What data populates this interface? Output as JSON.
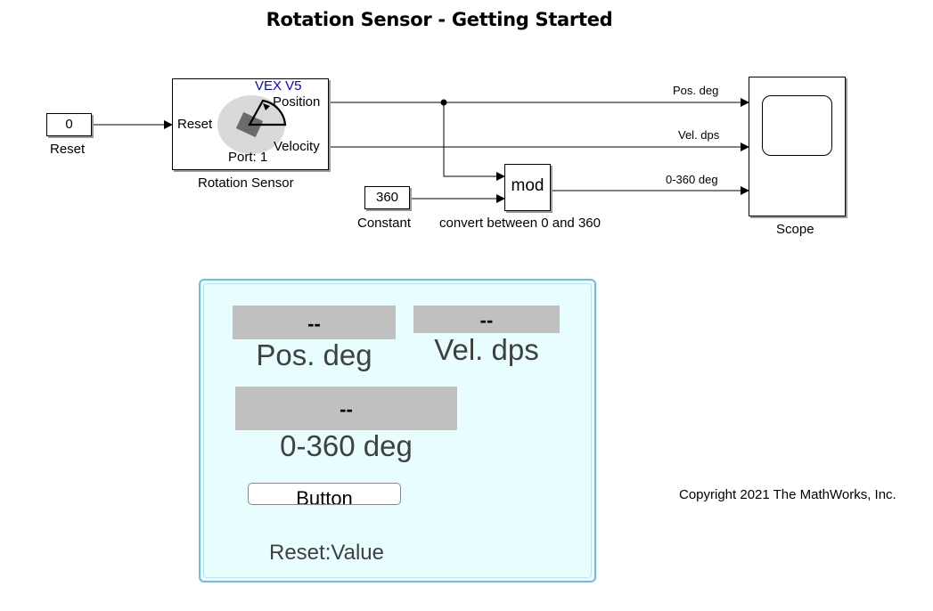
{
  "title": "Rotation Sensor - Getting Started",
  "blocks": {
    "reset_constant": {
      "value": "0",
      "label": "Reset"
    },
    "rotation_sensor": {
      "label": "Rotation Sensor",
      "brand": "VEX V5",
      "brand_color": "#0000ff",
      "input_port": "Reset",
      "output_ports": [
        "Position",
        "Velocity"
      ],
      "port": "Port: 1"
    },
    "constant": {
      "value": "360",
      "label": "Constant"
    },
    "mod": {
      "text": "mod",
      "label": "convert between 0 and 360"
    },
    "scope": {
      "label": "Scope"
    }
  },
  "signals": {
    "pos": "Pos. deg",
    "vel": "Vel. dps",
    "mod_out": "0-360 deg"
  },
  "dashboard": {
    "displays": [
      {
        "value": "--",
        "label": "Pos. deg"
      },
      {
        "value": "--",
        "label": "Vel. dps"
      },
      {
        "value": "--",
        "label": "0-360 deg"
      }
    ],
    "button_label": "Button",
    "button_caption": "Reset:Value",
    "background_color": "#e8fdfd",
    "border_color": "#6dbbef"
  },
  "copyright": "Copyright 2021 The MathWorks, Inc."
}
